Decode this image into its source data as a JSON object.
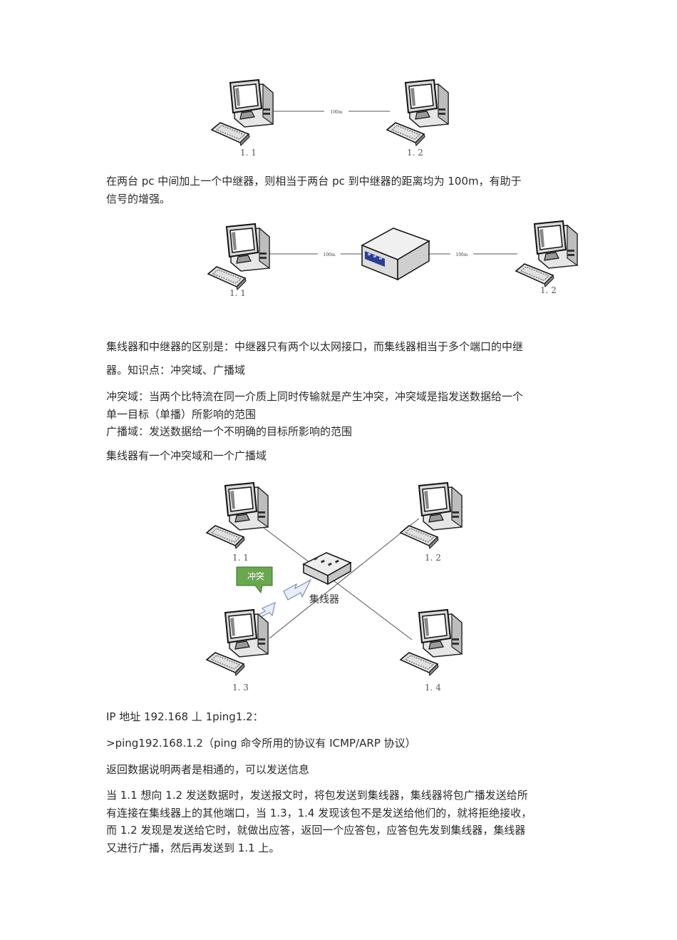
{
  "figure1": {
    "pc_left": "1. 1",
    "pc_right": "1. 2",
    "link": "100m"
  },
  "para1": [
    "在两台 pc 中间加上一个中继器，则相当于两台 pc 到中继器的距离均为 100m，有助于",
    "信号的增强。"
  ],
  "figure2": {
    "pc_left": "1. 1",
    "pc_right": "1. 2",
    "link_left": "100m",
    "link_right": "100m"
  },
  "para2": [
    "集线器和中继器的区别是：中继器只有两个以太网接口，而集线器相当于多个端口的中继",
    "器。知识点：冲突域、广播域"
  ],
  "para3": [
    "冲突域：当两个比特流在同一介质上同时传输就是产生冲突，冲突域是指发送数据给一个",
    "单一目标（单播）所影响的范围"
  ],
  "para4": "广播域：发送数据给一个不明确的目标所影响的范围",
  "para5": "集线器有一个冲突域和一个广播域",
  "figure3": {
    "pc1": "1. 1",
    "pc2": "1. 2",
    "pc3": "1. 3",
    "pc4": "1. 4",
    "hub_label": "集线器",
    "bubble": "冲突",
    "bubble_color": "#6aa84f"
  },
  "para6": "IP 地址 192.168 丄 1ping1.2：",
  "para7": ">ping192.168.1.2（ping 命令所用的协议有 ICMP/ARP 协议）",
  "para8": "返回数据说明两者是相通的，可以发送信息",
  "para9": [
    "当 1.1 想向 1.2 发送数据时，发送报文时，将包发送到集线器，集线器将包广播发送给所",
    "有连接在集线器上的其他端口，当 1.3，1.4 发现该包不是发送给他们的，就将拒绝接收，",
    "而 1.2 发现是发送给它时，就做出应答，返回一个应答包，应答包先发到集线器，集线器",
    "又进行广播，然后再发送到 1.1 上。"
  ]
}
